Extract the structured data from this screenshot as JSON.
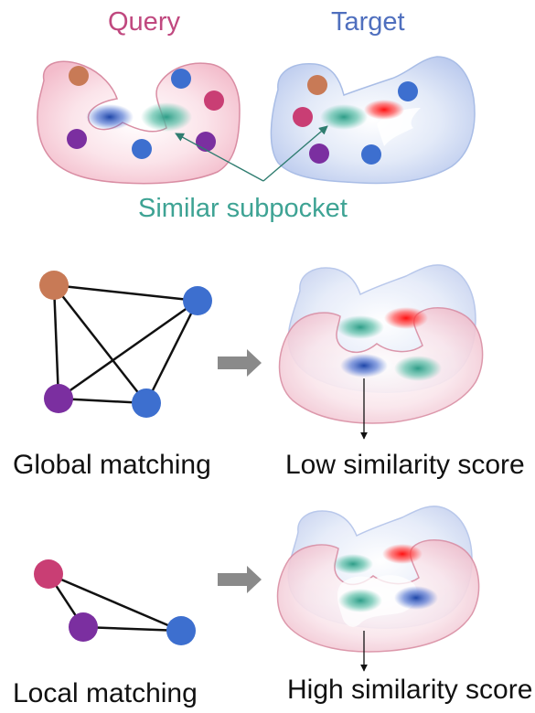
{
  "top_panel": {
    "query_title": "Query",
    "target_title": "Target",
    "similar_subpocket_label": "Similar subpocket"
  },
  "global_panel": {
    "method_label": "Global matching",
    "result_label": "Low similarity score"
  },
  "local_panel": {
    "method_label": "Local matching",
    "result_label": "High similarity score"
  },
  "colors": {
    "query": "#c0487f",
    "target": "#4f6fbe",
    "similar": "#3ea394",
    "node_orange": "#c87a56",
    "node_blue": "#3d6fcf",
    "node_purple": "#7b2fa0",
    "node_pink": "#c93e74",
    "arrow_gray": "#8a8a8a"
  }
}
